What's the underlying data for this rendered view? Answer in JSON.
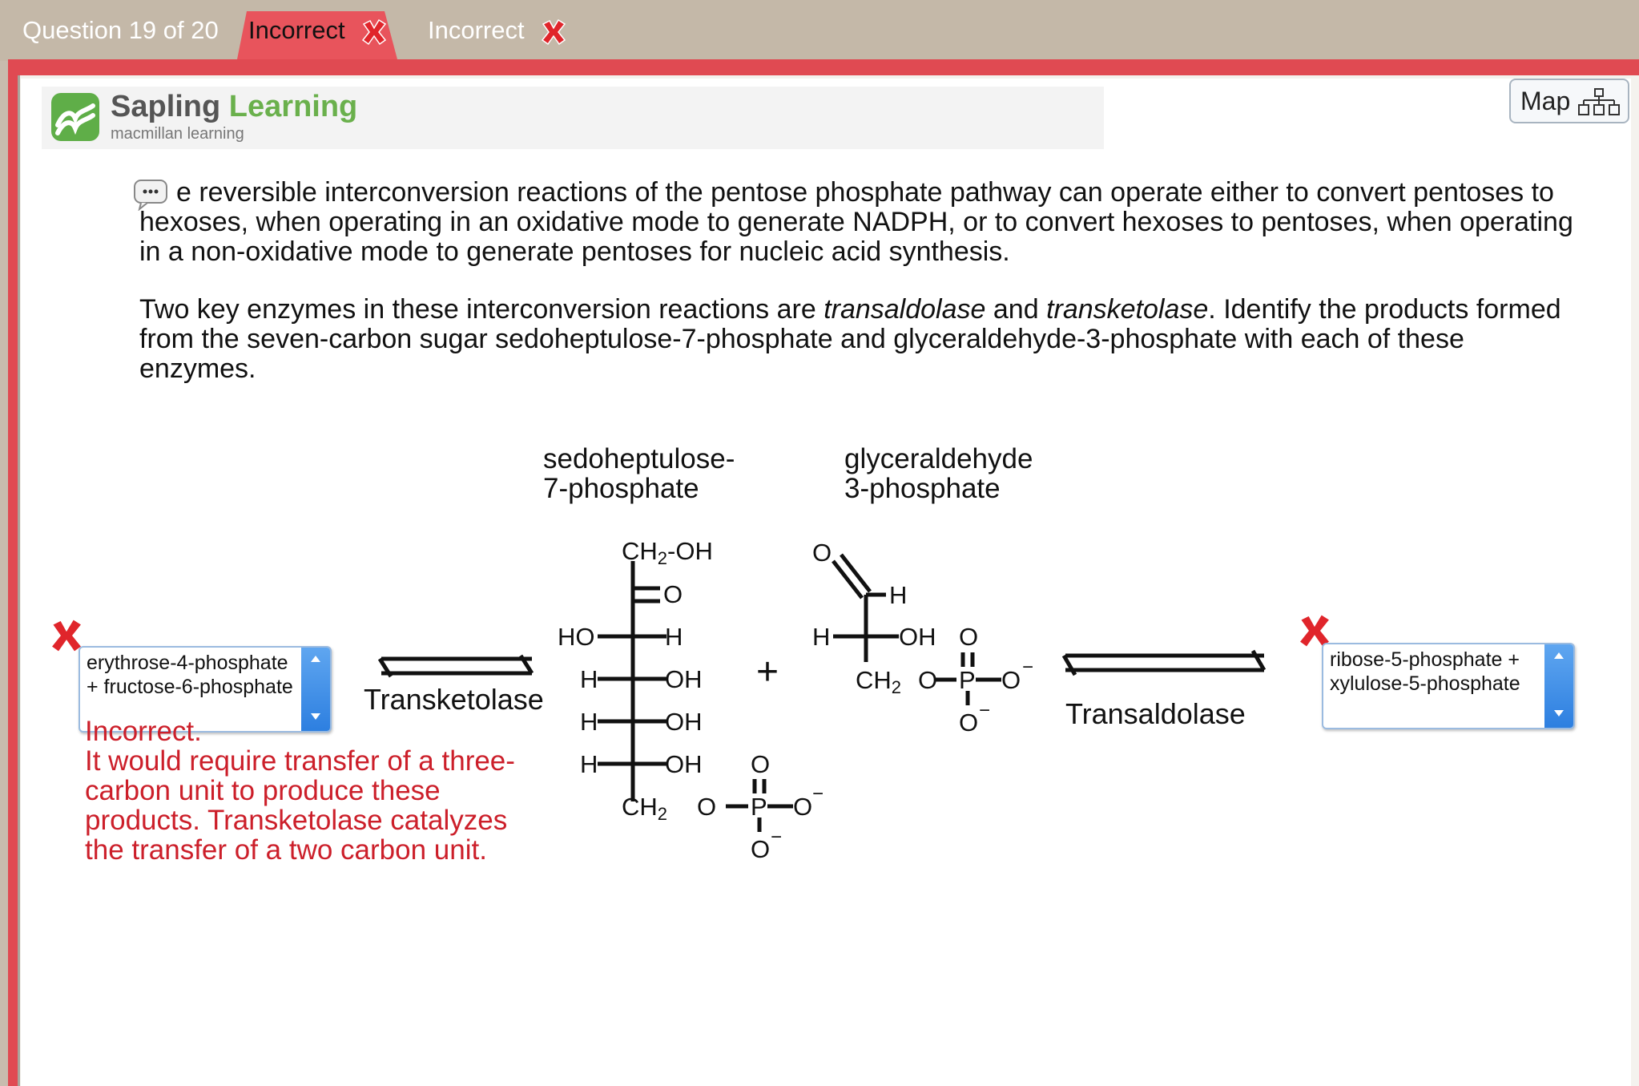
{
  "header": {
    "question_progress": "Question 19 of 20",
    "tabs": [
      {
        "label": "Incorrect",
        "active": true
      },
      {
        "label": "Incorrect",
        "active": false
      }
    ]
  },
  "brand": {
    "name_part1": "Sapling",
    "name_part2": "Learning",
    "tagline": "macmillan learning",
    "accent_color": "#6ab04c"
  },
  "map_button": {
    "label": "Map"
  },
  "question": {
    "paragraph1": "e reversible interconversion reactions of the pentose phosphate pathway can operate either to convert pentoses to hexoses, when operating in an oxidative mode to generate NADPH, or to convert hexoses to pentoses, when operating in a non-oxidative mode to generate pentoses for nucleic acid synthesis.",
    "paragraph2_pre": "Two key enzymes in these interconversion reactions are ",
    "enzyme_a": "transaldolase",
    "paragraph2_and": " and ",
    "enzyme_b": "transketolase",
    "paragraph2_post": ". Identify the products formed from the seven-carbon sugar sedoheptulose-7-phosphate and glyceraldehyde-3-phosphate with each of these enzymes."
  },
  "reaction": {
    "substrate1_label_line1": "sedoheptulose-",
    "substrate1_label_line2": "7-phosphate",
    "substrate2_label_line1": "glyceraldehyde",
    "substrate2_label_line2": "3-phosphate",
    "plus": "+",
    "left_enzyme": "Transketolase",
    "right_enzyme": "Transaldolase",
    "atoms": {
      "ch2oh": "CH",
      "sub2": "2",
      "oh_suffix": "-OH",
      "o": "O",
      "h": "H",
      "ho": "HO",
      "oh": "OH",
      "ch2": "CH",
      "p": "P",
      "minus": "−"
    }
  },
  "answers": {
    "left": {
      "selected": "erythrose-4-phosphate + fructose-6-phosphate",
      "status": "incorrect"
    },
    "right": {
      "selected": "ribose-5-phosphate + xylulose-5-phosphate",
      "status": "incorrect"
    }
  },
  "feedback": {
    "title": "Incorrect.",
    "body": "It would require transfer of a three-carbon unit to produce these products. Transketolase catalyzes the transfer of a two carbon unit.",
    "color": "#cc1f2a"
  }
}
